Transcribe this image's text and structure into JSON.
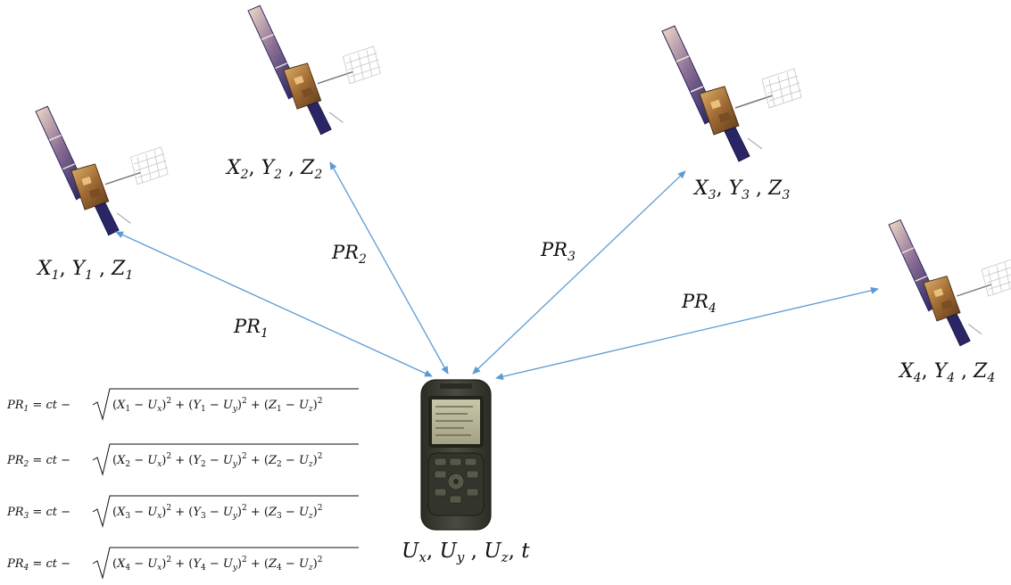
{
  "satellites": [
    {
      "label": {
        "X": "X",
        "xs": "1",
        "Y": "Y",
        "ys": "1",
        "Z": "Z",
        "zs": "1"
      }
    },
    {
      "label": {
        "X": "X",
        "xs": "2",
        "Y": "Y",
        "ys": "2",
        "Z": "Z",
        "zs": "2"
      }
    },
    {
      "label": {
        "X": "X",
        "xs": "3",
        "Y": "Y",
        "ys": "3",
        "Z": "Z",
        "zs": "3"
      }
    },
    {
      "label": {
        "X": "X",
        "xs": "4",
        "Y": "Y",
        "ys": "4",
        "Z": "Z",
        "zs": "4"
      }
    }
  ],
  "ranges": [
    {
      "base": "PR",
      "sub": "1"
    },
    {
      "base": "PR",
      "sub": "2"
    },
    {
      "base": "PR",
      "sub": "3"
    },
    {
      "base": "PR",
      "sub": "4"
    }
  ],
  "receiver": {
    "label": {
      "U1": "U",
      "s1": "x",
      "U2": "U",
      "s2": "y",
      "U3": "U",
      "s3": "z",
      "t": "t"
    }
  },
  "equations": [
    {
      "lhs_sub": "1",
      "sat": "1"
    },
    {
      "lhs_sub": "2",
      "sat": "2"
    },
    {
      "lhs_sub": "3",
      "sat": "3"
    },
    {
      "lhs_sub": "4",
      "sat": "4"
    }
  ],
  "colors": {
    "arrow": "#5b9bd5",
    "panel": "#1d1a5e",
    "panel_light": "#d9c1b8",
    "body_gold": "#b6864a",
    "device": "#3c3d33",
    "screen": "#b9b79a"
  }
}
